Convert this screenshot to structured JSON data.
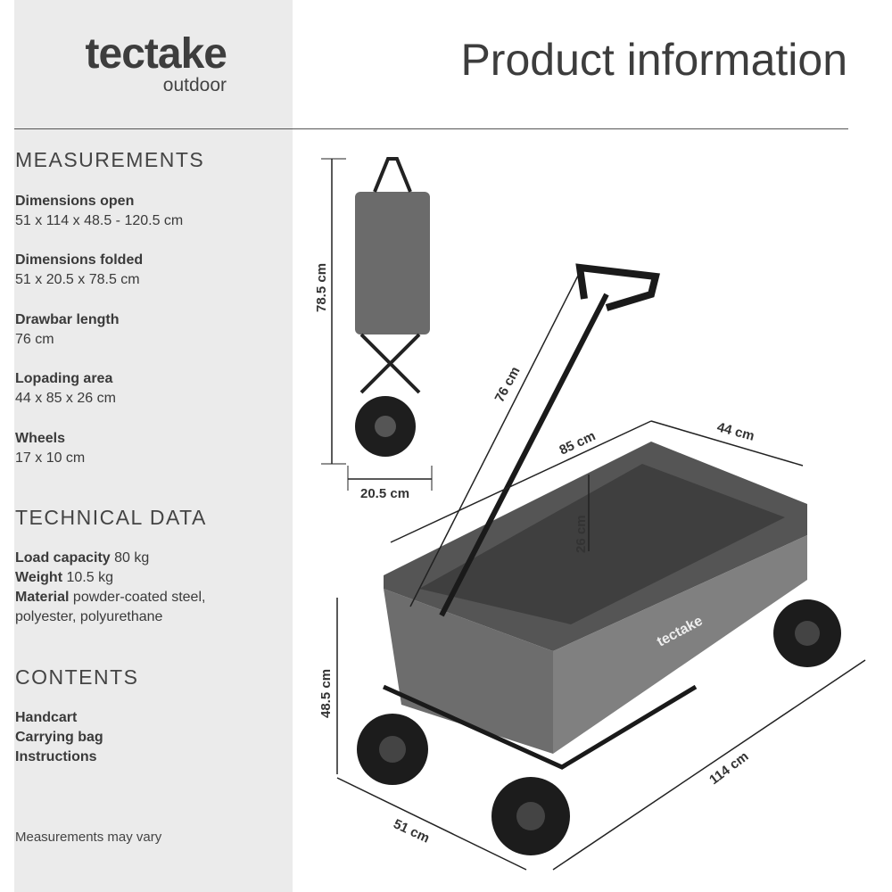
{
  "logo": {
    "brand": "tectake",
    "sub": "outdoor"
  },
  "title": "Product information",
  "measurements": {
    "heading": "MEASUREMENTS",
    "items": [
      {
        "label": "Dimensions open",
        "value": "51 x 114 x 48.5 - 120.5 cm"
      },
      {
        "label": "Dimensions folded",
        "value": "51 x 20.5 x 78.5 cm"
      },
      {
        "label": "Drawbar length",
        "value": "76 cm"
      },
      {
        "label": "Lopading area",
        "value": "44 x 85 x 26 cm"
      },
      {
        "label": "Wheels",
        "value": "17 x 10 cm"
      }
    ]
  },
  "technical": {
    "heading": "TECHNICAL DATA",
    "items": [
      {
        "label": "Load capacity",
        "value": "80 kg"
      },
      {
        "label": "Weight",
        "value": "10.5 kg"
      },
      {
        "label": "Material",
        "value": "powder-coated steel,"
      },
      {
        "value": "polyester, polyurethane"
      }
    ]
  },
  "contents": {
    "heading": "CONTENTS",
    "items": [
      "Handcart",
      "Carrying bag",
      "Instructions"
    ]
  },
  "note": "Measurements may vary",
  "dims": {
    "folded_height": "78.5 cm",
    "folded_width": "20.5 cm",
    "drawbar": "76 cm",
    "length_top": "85 cm",
    "width_top": "44 cm",
    "depth": "26 cm",
    "height": "48.5 cm",
    "length": "114 cm",
    "width": "51 cm"
  },
  "wagon_logo": "tectake"
}
